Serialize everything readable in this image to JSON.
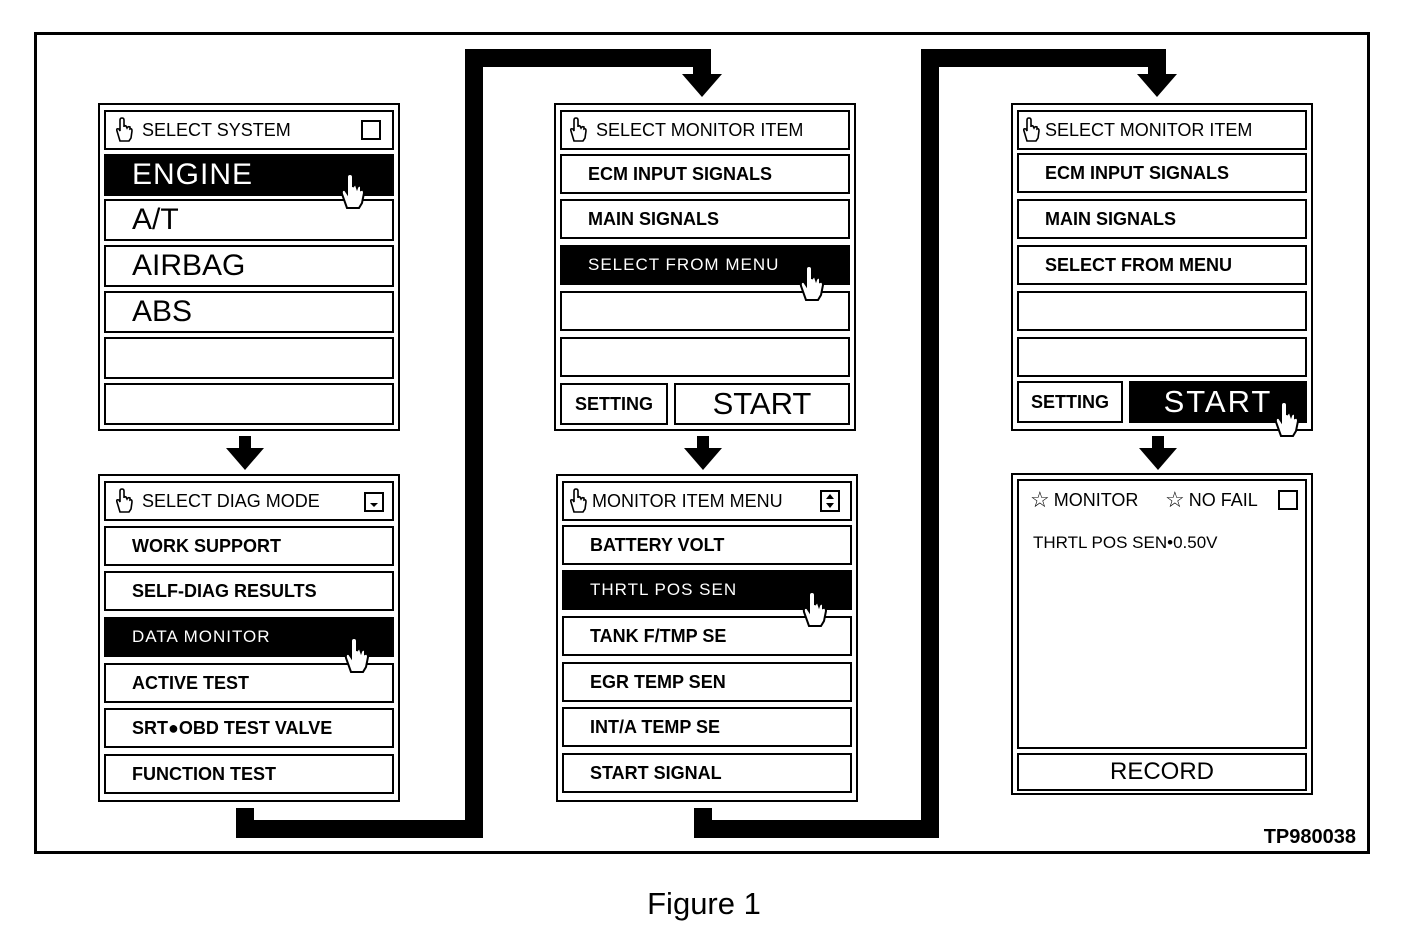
{
  "figure_id": "TP980038",
  "caption": "Figure 1",
  "panel1": {
    "title": "SELECT SYSTEM",
    "items": [
      "ENGINE",
      "A/T",
      "AIRBAG",
      "ABS",
      "",
      ""
    ],
    "selected_index": 0
  },
  "panel2": {
    "title": "SELECT DIAG MODE",
    "items": [
      "WORK SUPPORT",
      "SELF-DIAG RESULTS",
      "DATA MONITOR",
      "ACTIVE TEST",
      "SRT●OBD TEST VALVE",
      "FUNCTION TEST"
    ],
    "selected_index": 2
  },
  "panel3": {
    "title": "SELECT MONITOR ITEM",
    "items": [
      "ECM INPUT SIGNALS",
      "MAIN SIGNALS",
      "SELECT FROM MENU",
      "",
      ""
    ],
    "selected_index": 2,
    "setting_label": "SETTING",
    "start_label": "START"
  },
  "panel4": {
    "title": "MONITOR ITEM MENU",
    "items": [
      "BATTERY VOLT",
      "THRTL POS SEN",
      "TANK F/TMP SE",
      "EGR TEMP SEN",
      "INT/A TEMP SE",
      "START SIGNAL"
    ],
    "selected_index": 1
  },
  "panel5": {
    "title": "SELECT MONITOR ITEM",
    "items": [
      "ECM INPUT SIGNALS",
      "MAIN SIGNALS",
      "SELECT FROM MENU",
      "",
      ""
    ],
    "setting_label": "SETTING",
    "start_label": "START",
    "start_selected": true
  },
  "panel6": {
    "monitor_label": "MONITOR",
    "nofail_label": "NO FAIL",
    "reading": "THRTL POS SEN•0.50V",
    "record_label": "RECORD"
  },
  "icons": {
    "pointer": "pointing-hand-icon",
    "arrow": "down-arrow-icon",
    "star": "star-icon",
    "checkbox": "checkbox-icon",
    "scroll_down": "scroll-down-icon",
    "scroll_updown": "scroll-updown-icon"
  },
  "colors": {
    "ink": "#000000",
    "paper": "#ffffff"
  }
}
